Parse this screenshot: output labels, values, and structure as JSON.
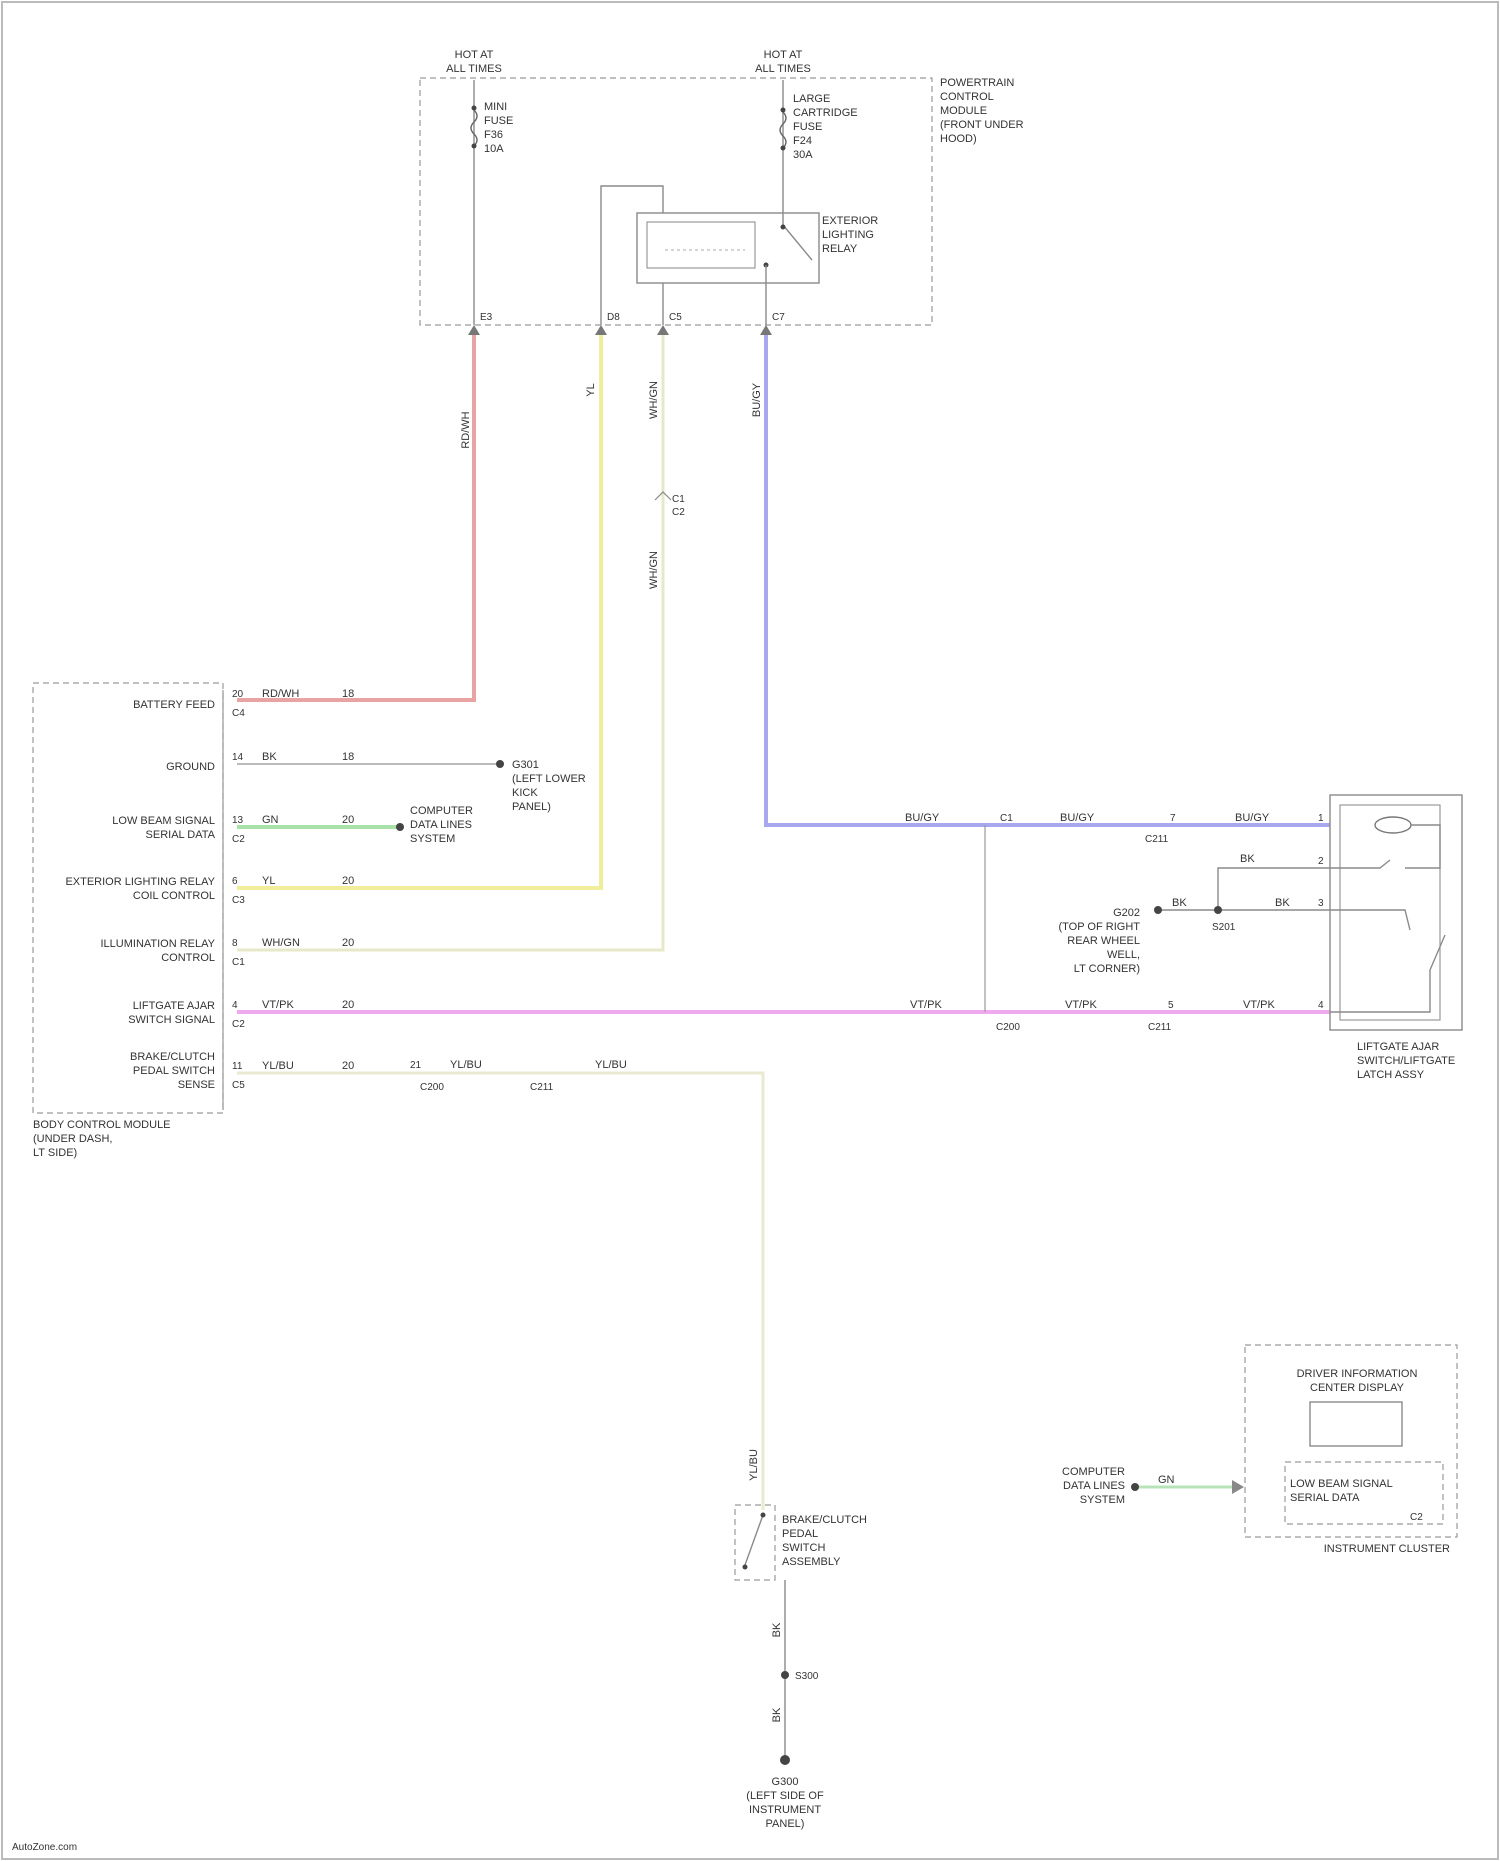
{
  "fuse_box": {
    "hot_at_all_times_left": [
      "HOT AT",
      "ALL TIMES"
    ],
    "hot_at_all_times_right": [
      "HOT AT",
      "ALL TIMES"
    ],
    "fuse_left": [
      "MINI",
      "FUSE",
      "F36",
      "10A"
    ],
    "fuse_right": [
      "LARGE",
      "CARTRIDGE",
      "FUSE",
      "F24",
      "30A"
    ],
    "title": [
      "POWERTRAIN",
      "CONTROL",
      "MODULE",
      "(FRONT UNDER",
      "HOOD)"
    ],
    "relay": [
      "EXTERIOR",
      "LIGHTING",
      "RELAY"
    ],
    "pins": [
      "E3",
      "D8",
      "C5",
      "C7"
    ]
  },
  "wires": {
    "red_vert": "RD/WH",
    "yellow_vert": "YL",
    "cream_vert": "WH/GN",
    "cream_connector": [
      "C1",
      "C2"
    ],
    "cream_lower": "WH/GN",
    "blue_vert": "BU/GY"
  },
  "bcm": {
    "title": [
      "BODY CONTROL MODULE",
      "(UNDER DASH,",
      "LT SIDE)"
    ],
    "rows": [
      {
        "label": "BATTERY FEED",
        "pins": [
          "20",
          "C4"
        ],
        "wire": "RD/WH",
        "circuit": "18"
      },
      {
        "label": "GROUND",
        "pins": [
          "14",
          ""
        ],
        "wire": "BK",
        "circuit": "18"
      },
      {
        "label": "LOW BEAM SIGNAL",
        "label2": "SERIAL DATA",
        "pins": [
          "13",
          "C2"
        ],
        "wire": "GN",
        "circuit": "20"
      },
      {
        "label": "EXTERIOR LIGHTING RELAY",
        "label2": "COIL CONTROL",
        "pins": [
          "6",
          "C3"
        ],
        "wire": "YL",
        "circuit": "20"
      },
      {
        "label": "ILLUMINATION RELAY",
        "label2": "CONTROL",
        "pins": [
          "8",
          "C1"
        ],
        "wire": "WH/GN",
        "circuit": "20"
      },
      {
        "label": "LIFTGATE AJAR",
        "label2": "SWITCH SIGNAL",
        "pins": [
          "4",
          "C2"
        ],
        "wire": "VT/PK",
        "circuit": "20"
      },
      {
        "label": "BRAKE/CLUTCH",
        "label2": "PEDAL SWITCH",
        "label3": "SENSE",
        "pins": [
          "11",
          "C5"
        ],
        "wire": "YL/BU",
        "circuit": "20"
      }
    ]
  },
  "ground_g301": [
    "G301",
    "(LEFT LOWER",
    "KICK",
    "PANEL)"
  ],
  "computer_data_line": [
    "COMPUTER",
    "DATA LINES",
    "SYSTEM"
  ],
  "blue_line": {
    "w1": "BU/GY",
    "pin1": "C1",
    "w2": "BU/GY",
    "pin2": "7",
    "w3": "BU/GY",
    "conn": "C211"
  },
  "pink_line": {
    "w1": "VT/PK",
    "conn1": "C200",
    "w2": "VT/PK",
    "pin": "5",
    "conn2": "C211",
    "w3": "VT/PK"
  },
  "yellow_low": {
    "conn1": "C200",
    "w1": "YL/BU",
    "pin": "21",
    "conn2": "C211",
    "w2": "YL/BU"
  },
  "g202_ground": [
    "G202",
    "(TOP OF RIGHT",
    "REAR WHEEL",
    "WELL,",
    "LT CORNER)"
  ],
  "splice": [
    "S201"
  ],
  "bk_wires": [
    "BK",
    "BK"
  ],
  "liftgate_switch": {
    "title": [
      "LIFTGATE AJAR",
      "SWITCH/LIFTGATE",
      "LATCH ASSY"
    ],
    "pins": [
      "1",
      "2",
      "3",
      "4"
    ],
    "wires": [
      "BK",
      "BK"
    ]
  },
  "brake_switch": {
    "title": [
      "BRAKE/CLUTCH",
      "PEDAL",
      "SWITCH",
      "ASSEMBLY"
    ],
    "wire_top": "YL/BU",
    "wire_bottom1": "BK",
    "wire_bottom2": "BK",
    "splice": "S300",
    "ground": [
      "G300",
      "(LEFT SIDE OF",
      "INSTRUMENT",
      "PANEL)"
    ]
  },
  "cluster": {
    "title": [
      "DRIVER INFORMATION",
      "CENTER DISPLAY"
    ],
    "inner": [
      "LOW BEAM SIGNAL",
      "SERIAL DATA"
    ],
    "connector": "C2",
    "caption": "INSTRUMENT CLUSTER",
    "wire": "GN",
    "computer": [
      "COMPUTER",
      "DATA LINES",
      "SYSTEM"
    ]
  },
  "footer": "AutoZone.com"
}
